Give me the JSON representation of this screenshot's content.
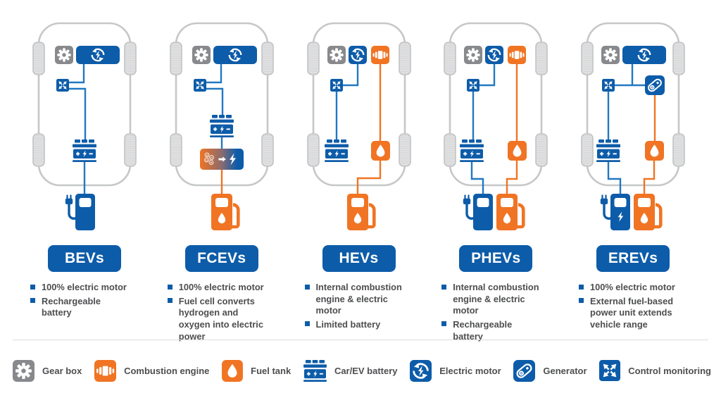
{
  "vehicles": [
    {
      "id": "bev",
      "label": "BEVs",
      "bullets": [
        "100% electric motor",
        "Rechargeable battery"
      ]
    },
    {
      "id": "fcev",
      "label": "FCEVs",
      "bullets": [
        "100% electric motor",
        "Fuel cell converts hydrogen and oxygen into electric power"
      ]
    },
    {
      "id": "hev",
      "label": "HEVs",
      "bullets": [
        "Internal combustion engine & electric motor",
        "Limited battery"
      ]
    },
    {
      "id": "phev",
      "label": "PHEVs",
      "bullets": [
        "Internal combustion engine & electric motor",
        "Rechargeable battery"
      ]
    },
    {
      "id": "erev",
      "label": "EREVs",
      "bullets": [
        "100% electric motor",
        "External fuel-based power unit extends vehicle range"
      ]
    }
  ],
  "legend": {
    "items": [
      {
        "icon": "gear-box-icon",
        "label": "Gear box"
      },
      {
        "icon": "combustion-engine-icon",
        "label": "Combustion engine"
      },
      {
        "icon": "fuel-tank-icon",
        "label": "Fuel tank"
      },
      {
        "icon": "car-ev-battery-icon",
        "label": "Car/EV battery"
      },
      {
        "icon": "electric-motor-icon",
        "label": "Electric motor"
      },
      {
        "icon": "generator-icon",
        "label": "Generator"
      },
      {
        "icon": "control-monitoring-icon",
        "label": "Control monitoring"
      }
    ]
  },
  "colors": {
    "blue": "#0d5ca9",
    "wire_blue": "#2278c2",
    "orange": "#f07423",
    "gray": "#87898c",
    "chassis_gray": "#c6c7c9",
    "text": "#4d4e50"
  }
}
